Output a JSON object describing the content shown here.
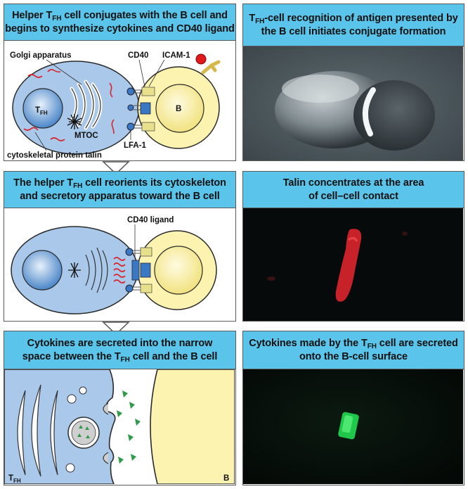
{
  "panels": {
    "p1": {
      "title_line1_pre": "Helper T",
      "title_line1_sub": "FH",
      "title_line1_post": " cell conjugates with the B cell and",
      "title_line2": "begins to synthesize cytokines and CD40 ligand"
    },
    "p2": {
      "title_line1_pre": "",
      "title_line1_sub": "FH",
      "title_line1_post": "-cell recognition of antigen presented by",
      "title_line1_T": "T",
      "title_line2": "the B cell initiates conjugate formation"
    },
    "p3": {
      "title_line1_pre": "The helper T",
      "title_line1_sub": "FH",
      "title_line1_post": " cell reorients its cytoskeleton",
      "title_line2": "and secretory apparatus toward the B cell"
    },
    "p4": {
      "title_line1": "Talin concentrates at the area",
      "title_line2": "of cell–cell contact"
    },
    "p5": {
      "title_line1": "Cytokines are secreted into the narrow",
      "title_line2_pre": "space between the T",
      "title_line2_sub": "FH",
      "title_line2_post": " cell and the B cell"
    },
    "p6": {
      "title_line1_pre": "Cytokines made by the T",
      "title_line1_sub": "FH",
      "title_line1_post": " cell are secreted",
      "title_line2": "onto the B-cell surface"
    }
  },
  "labels": {
    "golgi": "Golgi apparatus",
    "cd40": "CD40",
    "icam1": "ICAM-1",
    "tfh_T": "T",
    "tfh_sub": "FH",
    "b": "B",
    "mtoc": "MTOC",
    "lfa1": "LFA-1",
    "talin": "cytoskeletal protein talin",
    "cd40_ligand": "CD40 ligand",
    "tfh3_T": "T",
    "tfh3_sub": "FH",
    "b3": "B"
  },
  "colors": {
    "header": "#5bc4ea",
    "tcell_fill": "#a9c8ea",
    "bcell_fill": "#fdf3b0",
    "talin": "#d8232a",
    "cytokine": "#2f9a4a",
    "fluor_red": "#d8242e",
    "fluor_green": "#1fc74a"
  }
}
